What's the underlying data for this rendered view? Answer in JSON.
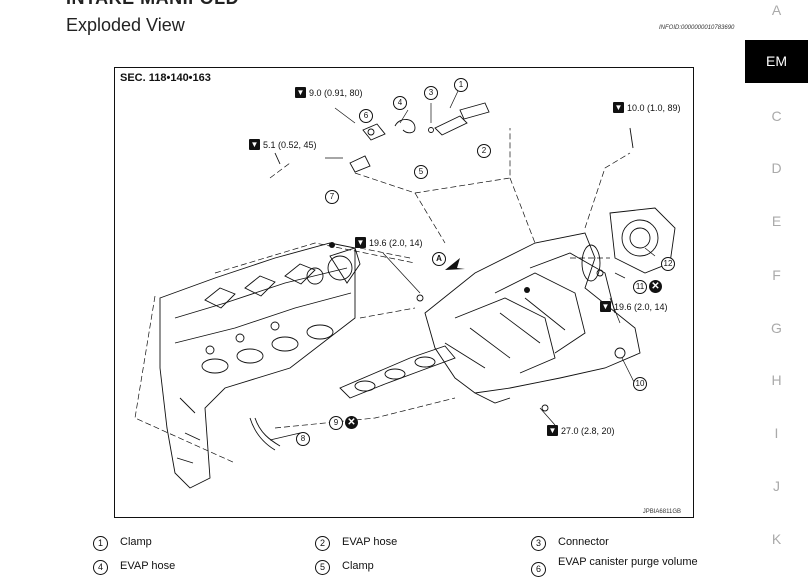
{
  "header": {
    "section_title": "INTAKE MANIFOLD",
    "page_title": "Exploded View",
    "info_id": "INFOID:0000000010783690"
  },
  "side_tabs": [
    "A",
    "EM",
    "C",
    "D",
    "E",
    "F",
    "G",
    "H",
    "I",
    "J",
    "K"
  ],
  "active_tab": "EM",
  "figure": {
    "section_label": "SEC. 118•140•163",
    "code": "JPBIA6811GB",
    "torques": [
      {
        "text": "9.0 (0.91, 80)"
      },
      {
        "text": "5.1 (0.52, 45)"
      },
      {
        "text": "10.0 (1.0, 89)"
      },
      {
        "text": "19.6 (2.0, 14)"
      },
      {
        "text": "19.6 (2.0, 14)"
      },
      {
        "text": "27.0 (2.8, 20)"
      }
    ],
    "callouts": [
      "1",
      "2",
      "3",
      "4",
      "5",
      "6",
      "7",
      "8",
      "9",
      "10",
      "11",
      "12"
    ],
    "arrow_label": "A"
  },
  "legend": [
    {
      "num": "1",
      "text": "Clamp"
    },
    {
      "num": "2",
      "text": "EVAP hose"
    },
    {
      "num": "3",
      "text": "Connector"
    },
    {
      "num": "4",
      "text": "EVAP hose"
    },
    {
      "num": "5",
      "text": "Clamp"
    },
    {
      "num": "6",
      "text": "EVAP canister purge volume"
    }
  ]
}
